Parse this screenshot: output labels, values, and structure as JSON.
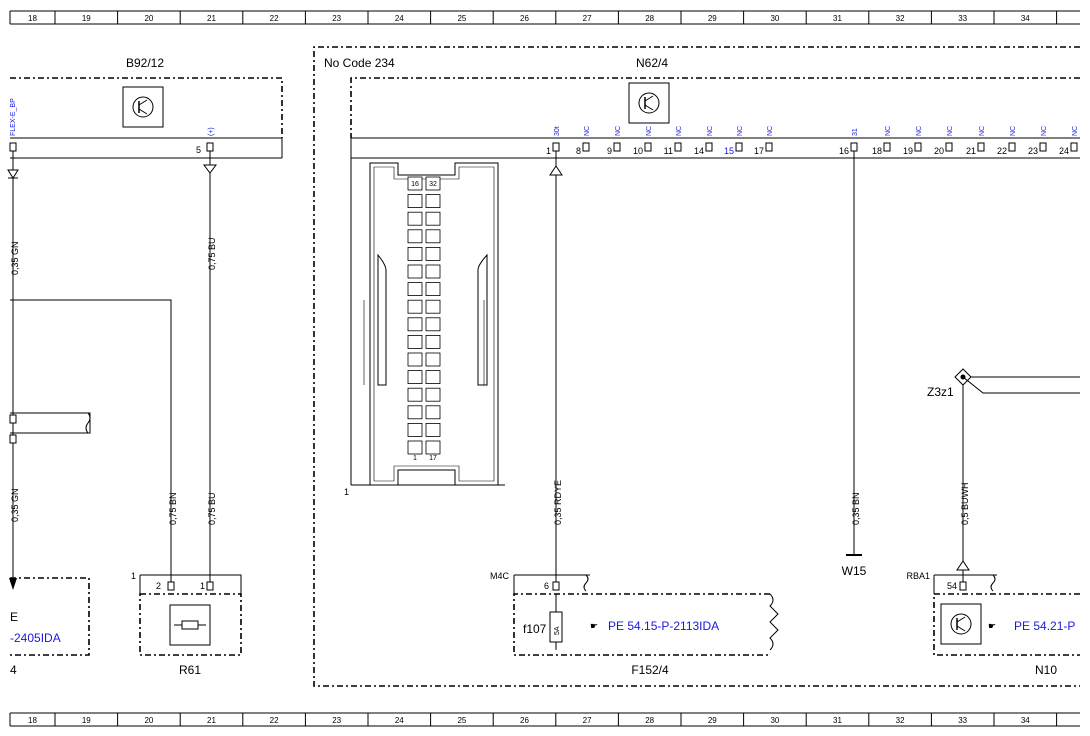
{
  "ruler": {
    "columns": [
      "18",
      "19",
      "20",
      "21",
      "22",
      "23",
      "24",
      "25",
      "26",
      "27",
      "28",
      "29",
      "30",
      "31",
      "32",
      "33",
      "34"
    ]
  },
  "components": {
    "b92": {
      "label": "B92/12",
      "pin_flex": "FLEX-E_BP",
      "pin_plus": "(+)",
      "pin5": "5"
    },
    "n62": {
      "title": "N62/4",
      "no_code": "No Code 234",
      "connector_ref": "1",
      "grid_top_left": "16",
      "grid_top_right": "32",
      "grid_bottom_left": "1",
      "grid_bottom_right": "17",
      "pins": [
        {
          "num": "1",
          "sig": "30t",
          "blue": false
        },
        {
          "num": "8",
          "sig": "NC",
          "blue": false
        },
        {
          "num": "9",
          "sig": "NC",
          "blue": false
        },
        {
          "num": "10",
          "sig": "NC",
          "blue": false
        },
        {
          "num": "11",
          "sig": "NC",
          "blue": false
        },
        {
          "num": "14",
          "sig": "NC",
          "blue": false
        },
        {
          "num": "15",
          "sig": "NC",
          "blue": true
        },
        {
          "num": "17",
          "sig": "NC",
          "blue": false
        },
        {
          "num": "16",
          "sig": "31",
          "blue": false
        },
        {
          "num": "18",
          "sig": "NC",
          "blue": false
        },
        {
          "num": "19",
          "sig": "NC",
          "blue": false
        },
        {
          "num": "20",
          "sig": "NC",
          "blue": false
        },
        {
          "num": "21",
          "sig": "NC",
          "blue": false
        },
        {
          "num": "22",
          "sig": "NC",
          "blue": false
        },
        {
          "num": "23",
          "sig": "NC",
          "blue": false
        },
        {
          "num": "24",
          "sig": "NC",
          "blue": false
        }
      ]
    },
    "r61": {
      "label": "R61",
      "ref": "1",
      "pin2": "2",
      "pin1": "1"
    },
    "f152": {
      "label": "F152/4",
      "conn": "M4C",
      "pin6": "6",
      "fuse": "f107",
      "fuse_rating": "5A",
      "link": "PE 54.15-P-2113IDA"
    },
    "n10": {
      "label": "N10",
      "conn": "RBA1",
      "pin54": "54",
      "link": "PE 54.21-P"
    },
    "left_box": {
      "letter": "E",
      "link": "-2405IDA",
      "num": "4"
    },
    "w15": "W15",
    "z3z1": "Z3z1"
  },
  "wires": {
    "w_left_top": "0,35 GN",
    "w_left_bottom": "0,35 GN",
    "w_bu_top": "0,75 BU",
    "w_bu_bottom": "0,75 BU",
    "w_bn": "0,75 BN",
    "w_rdye": "0,35 RDYE",
    "w_bn2": "0,35 BN",
    "w_buwh": "0,5 BUWH"
  },
  "colors": {
    "link_blue": "#1a1adc",
    "line": "#000000"
  }
}
